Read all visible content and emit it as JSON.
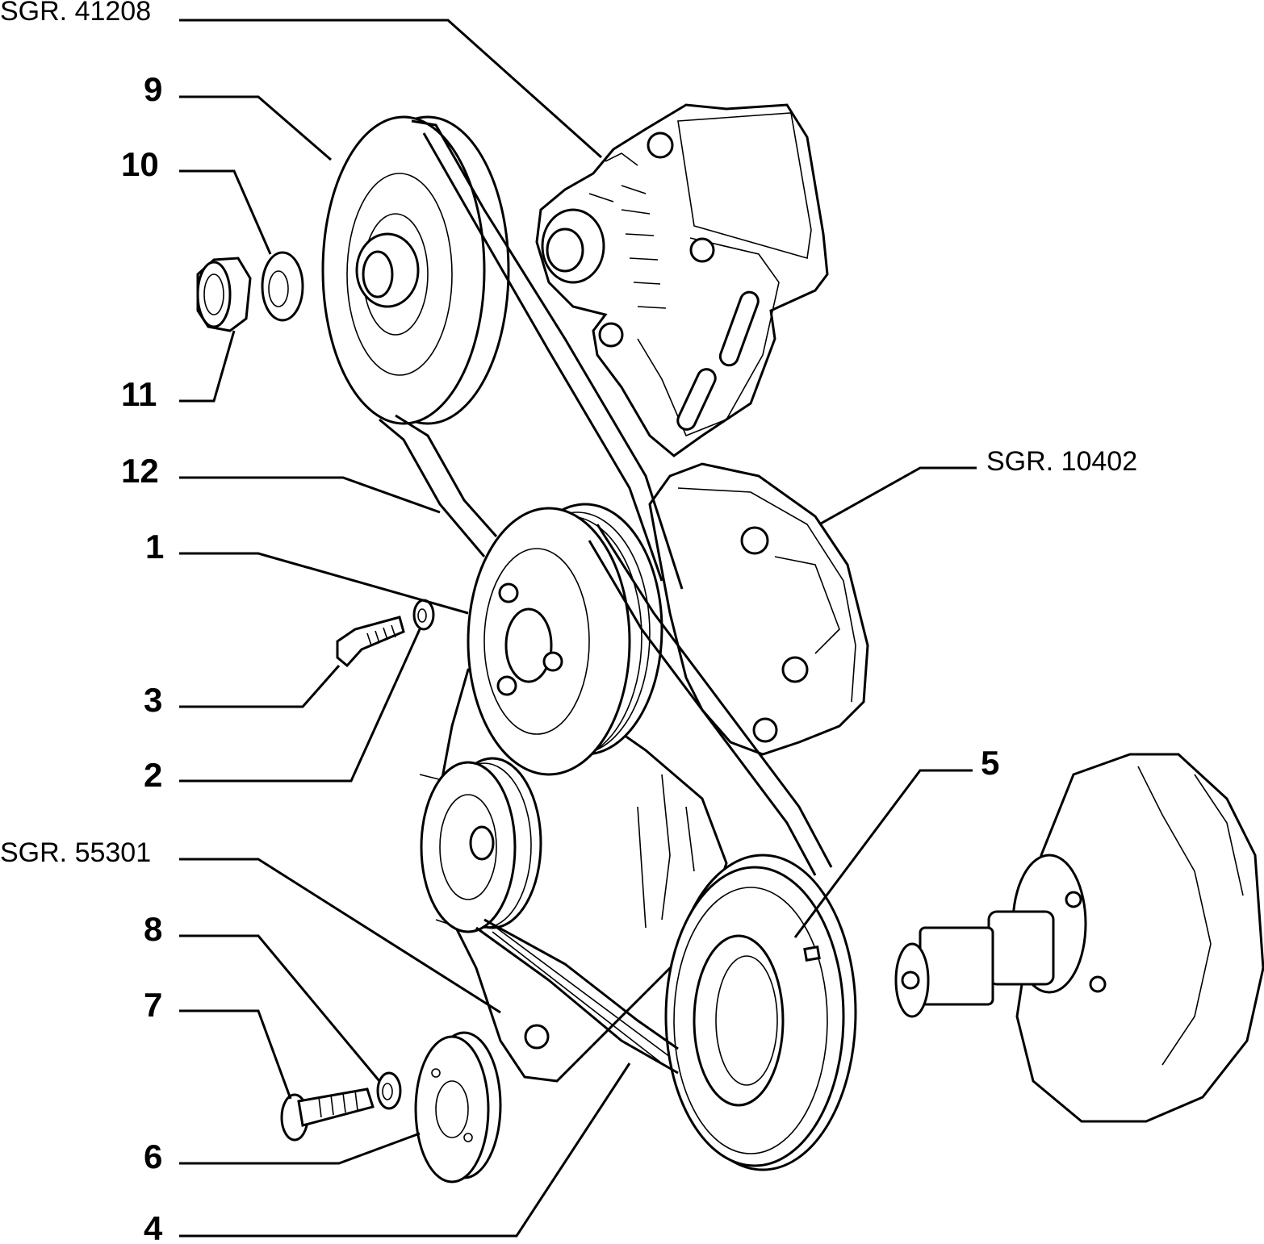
{
  "diagram": {
    "callouts": [
      {
        "key": "sgr_41208",
        "text": "SGR. 41208"
      },
      {
        "key": "n9",
        "text": "9"
      },
      {
        "key": "n10",
        "text": "10"
      },
      {
        "key": "n11",
        "text": "11"
      },
      {
        "key": "n12",
        "text": "12"
      },
      {
        "key": "sgr_10402",
        "text": "SGR. 10402"
      },
      {
        "key": "n1",
        "text": "1"
      },
      {
        "key": "n3",
        "text": "3"
      },
      {
        "key": "n2",
        "text": "2"
      },
      {
        "key": "n5",
        "text": "5"
      },
      {
        "key": "sgr_55301",
        "text": "SGR. 55301"
      },
      {
        "key": "n8",
        "text": "8"
      },
      {
        "key": "n7",
        "text": "7"
      },
      {
        "key": "n6",
        "text": "6"
      },
      {
        "key": "n4",
        "text": "4"
      }
    ]
  }
}
